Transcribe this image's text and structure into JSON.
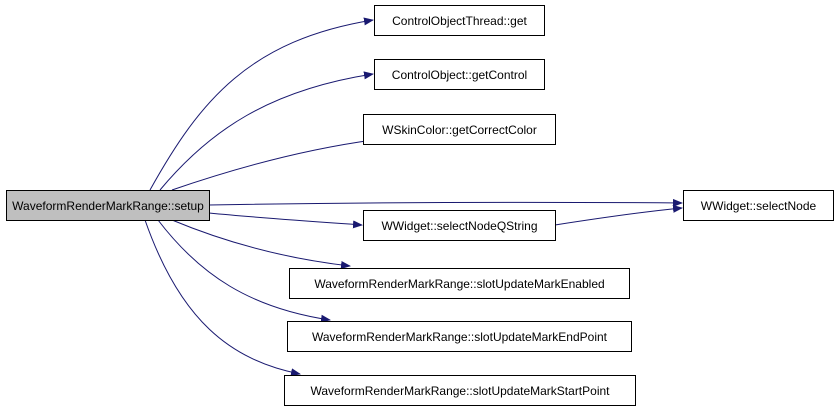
{
  "colors": {
    "edge": "#191970",
    "root_fill": "#bfbfbf",
    "node_fill": "#ffffff",
    "border": "#000000"
  },
  "nodes": {
    "root": "WaveformRenderMarkRange::setup",
    "thread_get": "ControlObjectThread::get",
    "get_control": "ControlObject::getControl",
    "correct_color": "WSkinColor::getCorrectColor",
    "select_node": "WWidget::selectNode",
    "select_node_qstring": "WWidget::selectNodeQString",
    "mark_enabled": "WaveformRenderMarkRange::slotUpdateMarkEnabled",
    "mark_end": "WaveformRenderMarkRange::slotUpdateMarkEndPoint",
    "mark_start": "WaveformRenderMarkRange::slotUpdateMarkStartPoint"
  },
  "edges": [
    {
      "from": "root",
      "to": "thread_get"
    },
    {
      "from": "root",
      "to": "get_control"
    },
    {
      "from": "root",
      "to": "correct_color"
    },
    {
      "from": "root",
      "to": "select_node"
    },
    {
      "from": "root",
      "to": "select_node_qstring"
    },
    {
      "from": "root",
      "to": "mark_enabled"
    },
    {
      "from": "root",
      "to": "mark_end"
    },
    {
      "from": "root",
      "to": "mark_start"
    },
    {
      "from": "select_node_qstring",
      "to": "select_node"
    }
  ]
}
